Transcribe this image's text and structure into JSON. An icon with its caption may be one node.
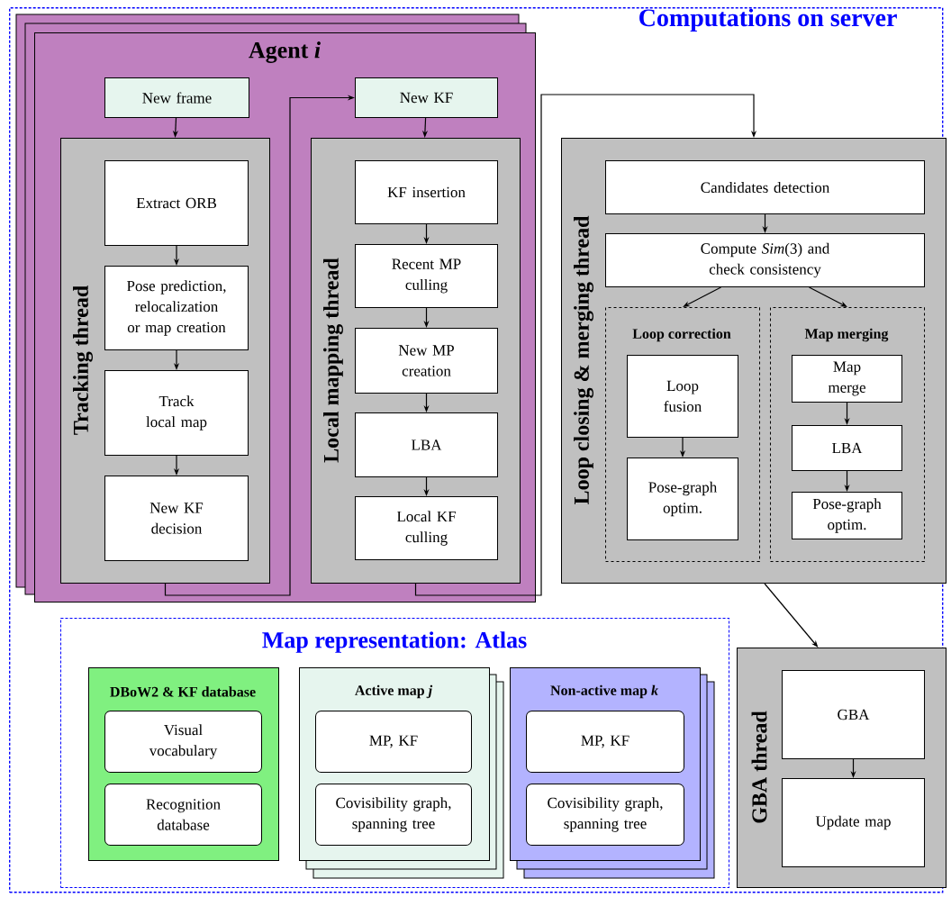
{
  "diagram": {
    "nodes": [
      {
        "text": [
          "Computations on server"
        ]
      },
      {
        "text": [
          "Agent *i*"
        ],
        "in": 0
      },
      {
        "text": [
          "New frame"
        ],
        "in": 1
      },
      {
        "text": [
          "Tracking thread"
        ],
        "in": 1
      },
      {
        "text": [
          "Extract ORB"
        ],
        "in": 3
      },
      {
        "text": [
          "Pose prediction, relocalization or map creation"
        ],
        "in": 3
      },
      {
        "text": [
          "Track local map"
        ],
        "in": 3
      },
      {
        "text": [
          "New KF decision"
        ],
        "in": 3
      },
      {
        "text": [
          "New KF"
        ],
        "in": 1
      },
      {
        "text": [
          "Local mapping thread"
        ],
        "in": 1
      },
      {
        "text": [
          "KF insertion"
        ],
        "in": 9
      },
      {
        "text": [
          "Recent MP culling"
        ],
        "in": 9
      },
      {
        "text": [
          "New MP creation"
        ],
        "in": 9
      },
      {
        "text": [
          "LBA"
        ],
        "in": 9
      },
      {
        "text": [
          "Local KF culling"
        ],
        "in": 9
      },
      {
        "text": [
          "Loop closing & merging thread"
        ],
        "in": 0
      },
      {
        "text": [
          "Candidates detection"
        ],
        "in": 15
      },
      {
        "text": [
          "Compute *Sim*(3) and check consistency"
        ],
        "in": 15
      },
      {
        "text": [
          "Loop correction"
        ],
        "in": 15
      },
      {
        "text": [
          "Loop fusion"
        ],
        "in": 18
      },
      {
        "text": [
          "Pose-graph optim."
        ],
        "in": 18
      },
      {
        "text": [
          "Map merging"
        ],
        "in": 15
      },
      {
        "text": [
          "Map merge"
        ],
        "in": 21
      },
      {
        "text": [
          "LBA"
        ],
        "in": 21
      },
      {
        "text": [
          "Pose-graph optim."
        ],
        "in": 21
      },
      {
        "text": [
          "Map representation: Atlas"
        ],
        "in": 0
      },
      {
        "text": [
          "DBoW2 & KF database"
        ],
        "in": 25
      },
      {
        "text": [
          "Visual vocabulary"
        ],
        "in": 26
      },
      {
        "text": [
          "Recognition database"
        ],
        "in": 26
      },
      {
        "text": [
          "Active map *j*"
        ],
        "in": 25
      },
      {
        "text": [
          "MP, KF"
        ],
        "in": 29
      },
      {
        "text": [
          "Covisibility graph, spanning tree"
        ],
        "in": 29
      },
      {
        "text": [
          "Non-active map *k*"
        ],
        "in": 25
      },
      {
        "text": [
          "MP, KF"
        ],
        "in": 32
      },
      {
        "text": [
          "Covisibility graph, spanning tree"
        ],
        "in": 32
      },
      {
        "text": [
          "GBA thread"
        ],
        "in": 0
      },
      {
        "text": [
          "GBA"
        ],
        "in": 35
      },
      {
        "text": [
          "Update map"
        ],
        "in": 35
      }
    ],
    "edges": [
      {
        "from": 2,
        "to": 3,
        "arrow": "to"
      },
      {
        "from": 4,
        "to": 5,
        "arrow": "to"
      },
      {
        "from": 5,
        "to": 6,
        "arrow": "to"
      },
      {
        "from": 6,
        "to": 7,
        "arrow": "to"
      },
      {
        "from": 3,
        "to": 8,
        "arrow": "to"
      },
      {
        "from": 8,
        "to": 9,
        "arrow": "to"
      },
      {
        "from": 10,
        "to": 11,
        "arrow": "to"
      },
      {
        "from": 11,
        "to": 12,
        "arrow": "to"
      },
      {
        "from": 12,
        "to": 13,
        "arrow": "to"
      },
      {
        "from": 13,
        "to": 14,
        "arrow": "to"
      },
      {
        "from": 9,
        "to": 15,
        "arrow": "to"
      },
      {
        "from": 16,
        "to": 17,
        "arrow": "to"
      },
      {
        "from": 17,
        "to": 18,
        "arrow": "to"
      },
      {
        "from": 17,
        "to": 21,
        "arrow": "to"
      },
      {
        "from": 19,
        "to": 20,
        "arrow": "to"
      },
      {
        "from": 22,
        "to": 23,
        "arrow": "to"
      },
      {
        "from": 23,
        "to": 24,
        "arrow": "to"
      },
      {
        "from": 15,
        "to": 35,
        "arrow": "to"
      },
      {
        "from": 36,
        "to": 37,
        "arrow": "to"
      }
    ]
  }
}
